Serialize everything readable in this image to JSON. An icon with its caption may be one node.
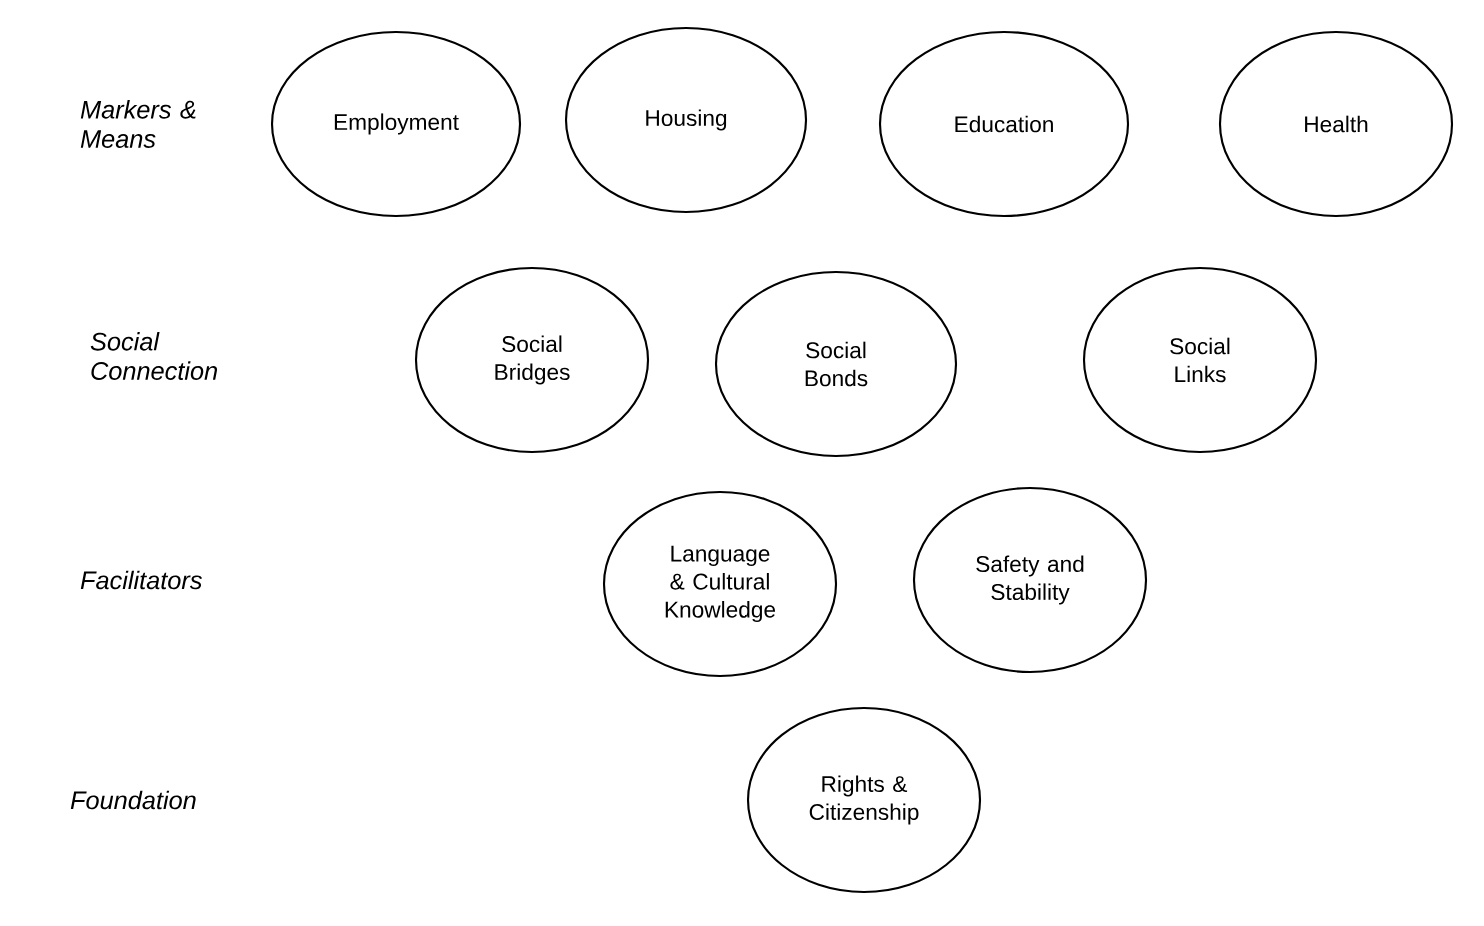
{
  "diagram": {
    "nodes": [
      {
        "text": [
          "Employment"
        ]
      },
      {
        "text": [
          "Housing"
        ]
      },
      {
        "text": [
          "Education"
        ]
      },
      {
        "text": [
          "Health"
        ]
      },
      {
        "text": [
          "Social Bridges"
        ]
      },
      {
        "text": [
          "Social Bonds"
        ]
      },
      {
        "text": [
          "Social Links"
        ]
      },
      {
        "text": [
          "Language & Cultural Knowledge"
        ]
      },
      {
        "text": [
          "Safety and Stability"
        ]
      },
      {
        "text": [
          "Rights & Citizenship"
        ]
      }
    ],
    "labels": [
      "Markers & Means",
      "Social Connection",
      "Facilitators",
      "Foundation"
    ]
  }
}
